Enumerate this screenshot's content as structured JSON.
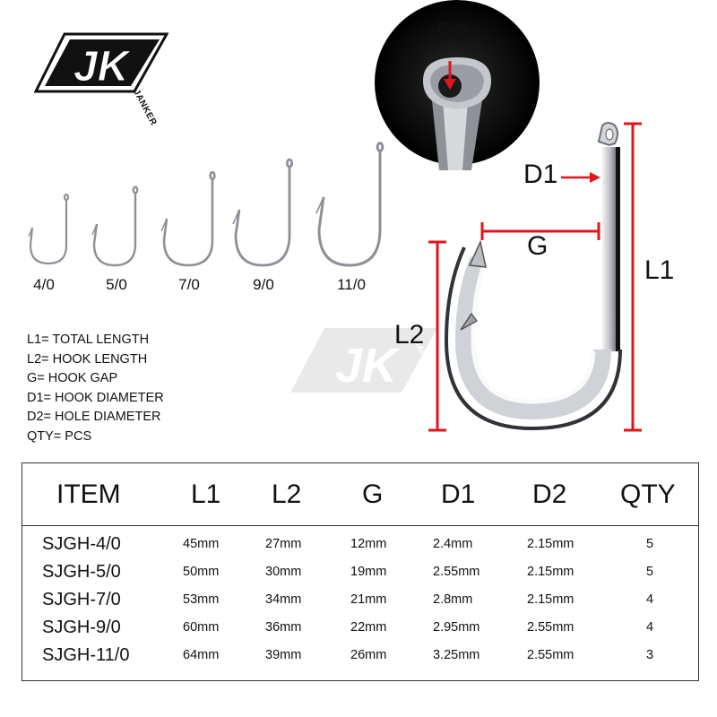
{
  "logo": {
    "monogram": "JK",
    "brand": "JANKER"
  },
  "hook_sizes": [
    "4/0",
    "5/0",
    "7/0",
    "9/0",
    "11/0"
  ],
  "legend": [
    "L1= TOTAL LENGTH",
    "L2= HOOK LENGTH",
    "G= HOOK GAP",
    "D1= HOOK DIAMETER",
    "D2= HOLE DIAMETER",
    "QTY= PCS"
  ],
  "diagram": {
    "d2": "D2",
    "d1": "D1",
    "g": "G",
    "l1": "L1",
    "l2": "L2"
  },
  "watermark": {
    "monogram": "JK",
    "brand": "JANKER"
  },
  "table": {
    "headers": [
      "ITEM",
      "L1",
      "L2",
      "G",
      "D1",
      "D2",
      "QTY"
    ],
    "rows": [
      [
        "SJGH-4/0",
        "45mm",
        "27mm",
        "12mm",
        "2.4mm",
        "2.15mm",
        "5"
      ],
      [
        "SJGH-5/0",
        "50mm",
        "30mm",
        "19mm",
        "2.55mm",
        "2.15mm",
        "5"
      ],
      [
        "SJGH-7/0",
        "53mm",
        "34mm",
        "21mm",
        "2.8mm",
        "2.15mm",
        "4"
      ],
      [
        "SJGH-9/0",
        "60mm",
        "36mm",
        "22mm",
        "2.95mm",
        "2.55mm",
        "4"
      ],
      [
        "SJGH-11/0",
        "64mm",
        "39mm",
        "26mm",
        "3.25mm",
        "2.55mm",
        "3"
      ]
    ]
  },
  "colors": {
    "dimension_red": "#e0161b",
    "hook_steel": "#c9ccd0",
    "table_border": "#333333"
  }
}
